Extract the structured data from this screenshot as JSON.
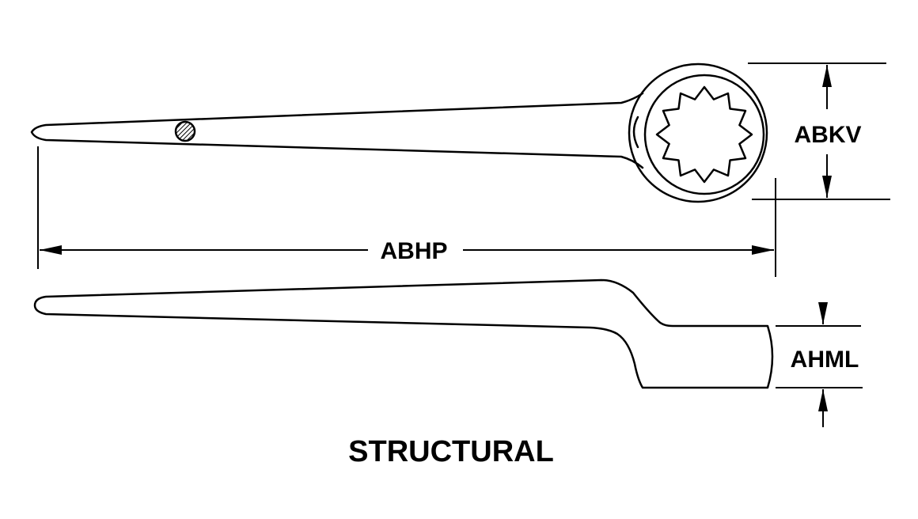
{
  "dimensions": {
    "overall_length": "ABHP",
    "ring_outside_diameter": "ABKV",
    "head_thickness": "AHML"
  },
  "title": "STRUCTURAL",
  "colors": {
    "ink": "#000000",
    "background": "#ffffff"
  }
}
